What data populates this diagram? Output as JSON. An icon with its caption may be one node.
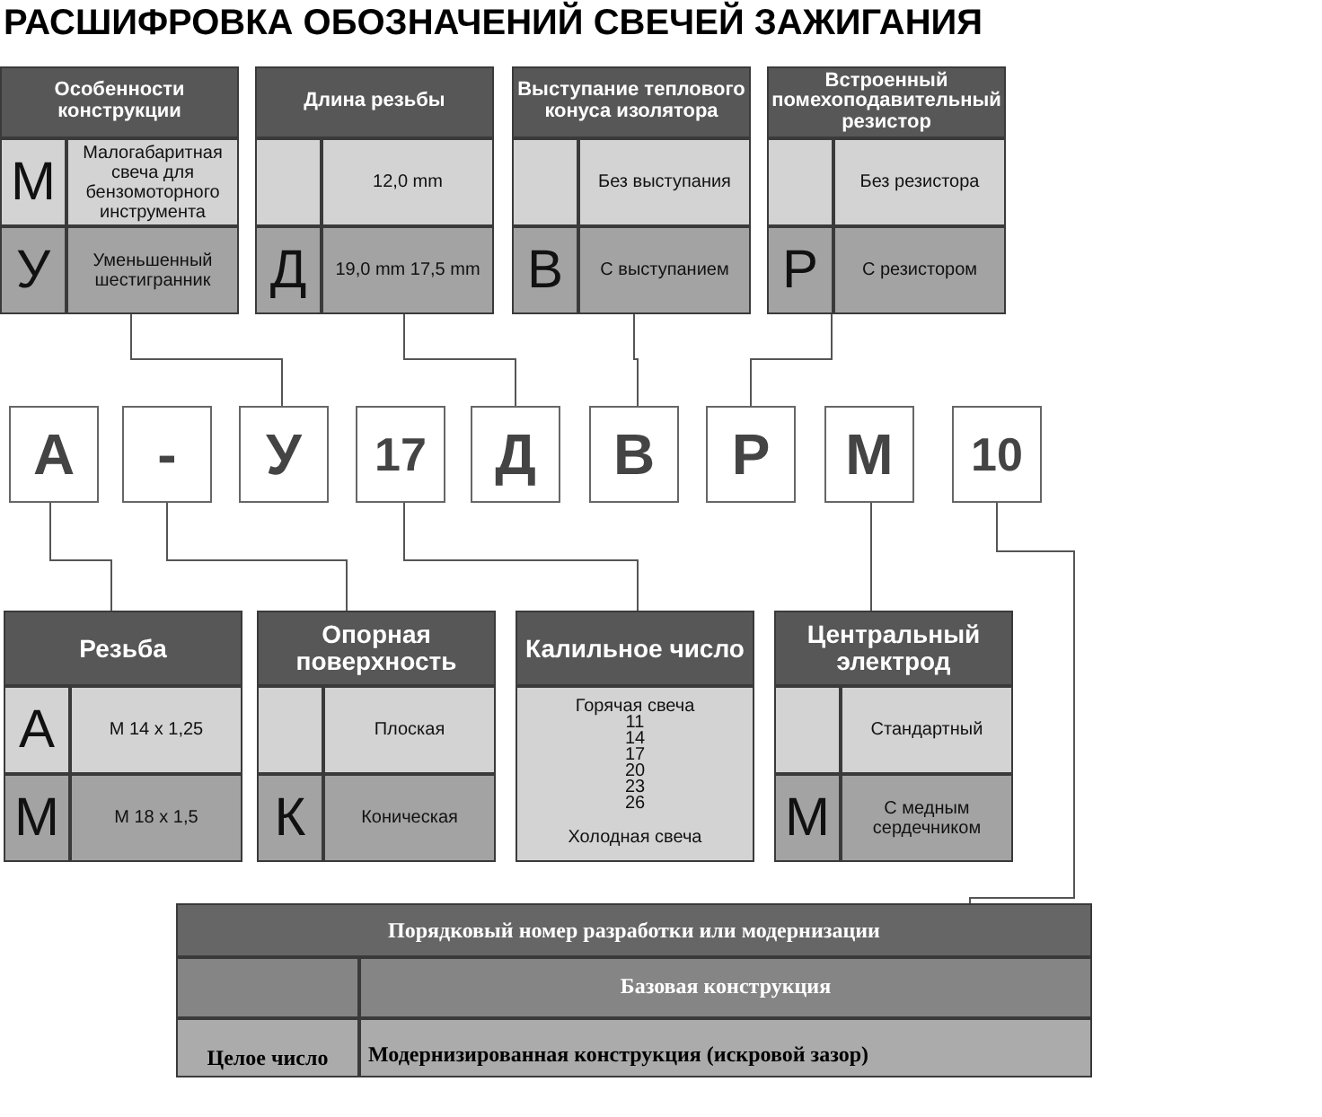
{
  "diagram": {
    "title": "РАСШИФРОВКА ОБОЗНАЧЕНИЙ СВЕЧЕЙ ЗАЖИГАНИЯ",
    "nodes": [
      {
        "text": [
          "Особенности конструкции",
          "М",
          "Малогабаритная свеча для бензомоторного инструмента",
          "У",
          "Уменьшенный шестигранник"
        ]
      },
      {
        "text": [
          "Длина резьбы",
          "12,0 mm",
          "Д",
          "19,0 mm 17,5 mm"
        ]
      },
      {
        "text": [
          "Выступание теплового конуса изолятора",
          "Без выступания",
          "В",
          "С выступанием"
        ]
      },
      {
        "text": [
          "Встроенный помехоподавительный резистор",
          "Без резистора",
          "Р",
          "С резистором"
        ]
      },
      {
        "text": [
          "А"
        ]
      },
      {
        "text": [
          "-"
        ]
      },
      {
        "text": [
          "У"
        ]
      },
      {
        "text": [
          "17"
        ]
      },
      {
        "text": [
          "Д"
        ]
      },
      {
        "text": [
          "В"
        ]
      },
      {
        "text": [
          "Р"
        ]
      },
      {
        "text": [
          "М"
        ]
      },
      {
        "text": [
          "10"
        ]
      },
      {
        "text": [
          "Резьба",
          "А",
          "М 14 х 1,25",
          "М",
          "М 18 х 1,5"
        ]
      },
      {
        "text": [
          "Опорная поверхность",
          "Плоская",
          "К",
          "Коническая"
        ]
      },
      {
        "text": [
          "Калильное число",
          "Горячая свеча",
          "11",
          "14",
          "17",
          "20",
          "23",
          "26",
          "Холодная свеча"
        ]
      },
      {
        "text": [
          "Центральный электрод",
          "Стандартный",
          "М",
          "С медным сердечником"
        ]
      },
      {
        "text": [
          "Порядковый номер разработки или модернизации",
          "Базовая конструкция",
          "Целое число",
          "Модернизированная конструкция (искровой зазор)"
        ]
      }
    ],
    "edges": [
      {
        "from": 0,
        "to": 6,
        "arrow": "none"
      },
      {
        "from": 1,
        "to": 8,
        "arrow": "none"
      },
      {
        "from": 2,
        "to": 9,
        "arrow": "none"
      },
      {
        "from": 3,
        "to": 10,
        "arrow": "none"
      },
      {
        "from": 4,
        "to": 13,
        "arrow": "none"
      },
      {
        "from": 5,
        "to": 14,
        "arrow": "none"
      },
      {
        "from": 7,
        "to": 15,
        "arrow": "none"
      },
      {
        "from": 11,
        "to": 16,
        "arrow": "none"
      },
      {
        "from": 12,
        "to": 17,
        "arrow": "none"
      }
    ]
  }
}
